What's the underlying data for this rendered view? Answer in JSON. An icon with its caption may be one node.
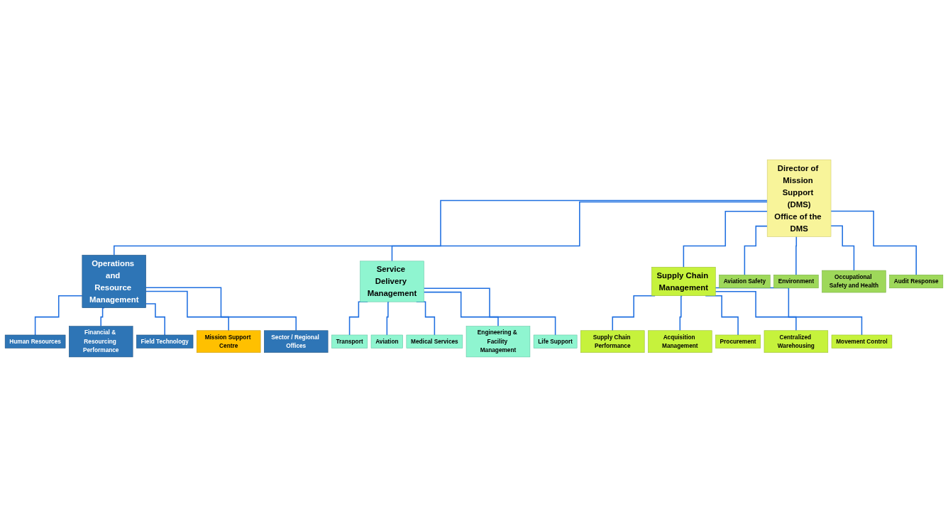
{
  "diagram": {
    "nodes": [
      {
        "text": [
          "Director of Mission Support (DMS)",
          "Office of the DMS"
        ]
      },
      {
        "text": [
          "Aviation Safety"
        ]
      },
      {
        "text": [
          "Environment"
        ]
      },
      {
        "text": [
          "Occupational Safety and Health"
        ]
      },
      {
        "text": [
          "Audit Response"
        ]
      },
      {
        "text": [
          "Operations and Resource Management"
        ]
      },
      {
        "text": [
          "Service Delivery Management"
        ]
      },
      {
        "text": [
          "Supply Chain Management"
        ]
      },
      {
        "text": [
          "Human Resources"
        ]
      },
      {
        "text": [
          "Financial & Resourcing Performance"
        ]
      },
      {
        "text": [
          "Field Technology"
        ]
      },
      {
        "text": [
          "Mission Support Centre"
        ]
      },
      {
        "text": [
          "Sector / Regional Offices"
        ]
      },
      {
        "text": [
          "Transport"
        ]
      },
      {
        "text": [
          "Aviation"
        ]
      },
      {
        "text": [
          "Medical Services"
        ]
      },
      {
        "text": [
          "Engineering & Facility Management"
        ]
      },
      {
        "text": [
          "Life Support"
        ]
      },
      {
        "text": [
          "Supply Chain Performance"
        ]
      },
      {
        "text": [
          "Acquisition Management"
        ]
      },
      {
        "text": [
          "Procurement"
        ]
      },
      {
        "text": [
          "Centralized Warehousing"
        ]
      },
      {
        "text": [
          "Movement Control"
        ]
      }
    ],
    "edges": [
      {
        "from": 0,
        "to": 1,
        "arrow": "none"
      },
      {
        "from": 0,
        "to": 2,
        "arrow": "none"
      },
      {
        "from": 0,
        "to": 3,
        "arrow": "none"
      },
      {
        "from": 0,
        "to": 4,
        "arrow": "none"
      },
      {
        "from": 0,
        "to": 5,
        "arrow": "none"
      },
      {
        "from": 0,
        "to": 6,
        "arrow": "none"
      },
      {
        "from": 0,
        "to": 7,
        "arrow": "none"
      },
      {
        "from": 5,
        "to": 8,
        "arrow": "none"
      },
      {
        "from": 5,
        "to": 9,
        "arrow": "none"
      },
      {
        "from": 5,
        "to": 10,
        "arrow": "none"
      },
      {
        "from": 5,
        "to": 11,
        "arrow": "none"
      },
      {
        "from": 5,
        "to": 12,
        "arrow": "none"
      },
      {
        "from": 6,
        "to": 13,
        "arrow": "none"
      },
      {
        "from": 6,
        "to": 14,
        "arrow": "none"
      },
      {
        "from": 6,
        "to": 15,
        "arrow": "none"
      },
      {
        "from": 6,
        "to": 16,
        "arrow": "none"
      },
      {
        "from": 6,
        "to": 17,
        "arrow": "none"
      },
      {
        "from": 7,
        "to": 18,
        "arrow": "none"
      },
      {
        "from": 7,
        "to": 19,
        "arrow": "none"
      },
      {
        "from": 7,
        "to": 20,
        "arrow": "none"
      },
      {
        "from": 7,
        "to": 21,
        "arrow": "none"
      },
      {
        "from": 7,
        "to": 22,
        "arrow": "none"
      }
    ]
  }
}
